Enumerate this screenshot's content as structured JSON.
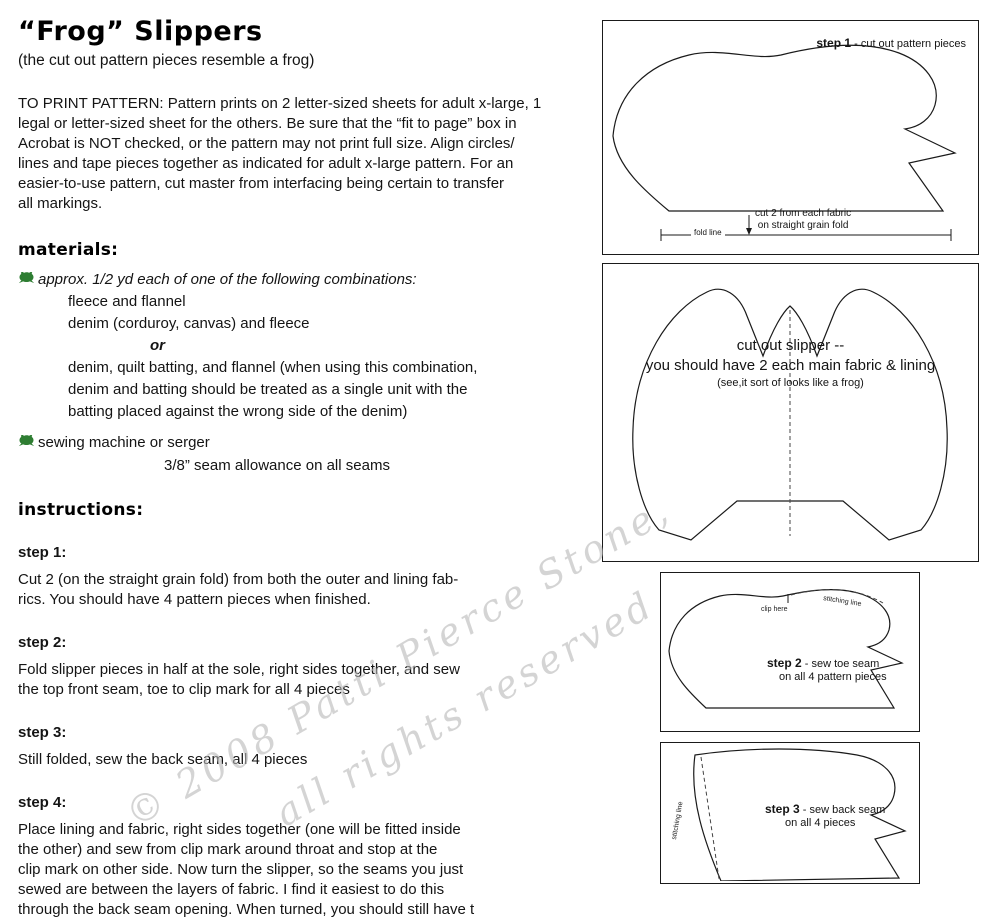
{
  "doc": {
    "title": "“Frog” Slippers",
    "subtitle": "(the cut out pattern pieces resemble a frog)",
    "print_note": "TO PRINT PATTERN:  Pattern prints on 2 letter-sized sheets for adult x-large, 1\nlegal or letter-sized sheet for the others.  Be sure that the “fit to page” box in\nAcrobat is NOT checked, or the pattern may not print full size.  Align circles/\nlines and tape pieces together as indicated for adult x-large pattern.   For an\neasier-to-use pattern, cut master from interfacing being certain to transfer\nall markings.",
    "materials_heading": "materials:",
    "materials": {
      "item1_intro": "approx. 1/2 yd each of one of the following combinations:",
      "option1": "fleece and flannel",
      "option2": "denim (corduroy, canvas) and fleece",
      "or_label": "or",
      "option3": "denim, quilt batting, and flannel (when using this combination,\ndenim and batting should be treated as a single unit with the\nbatting placed against the wrong side of the denim)",
      "item2": "sewing machine or serger",
      "seam_note": "3/8” seam allowance on all seams"
    },
    "instructions_heading": "instructions:",
    "steps": [
      {
        "label": "step 1:",
        "text": "Cut 2 (on the straight grain fold) from both the outer and lining fab-\nrics.  You should have 4 pattern pieces when finished."
      },
      {
        "label": "step 2:",
        "text": "Fold slipper pieces in half at the sole, right sides together, and sew\nthe top front seam, toe to clip mark for all 4 pieces"
      },
      {
        "label": "step 3:",
        "text": "Still folded, sew the back seam, all 4 pieces"
      },
      {
        "label": "step 4:",
        "text": "Place lining and fabric, right sides together (one will be fitted inside\nthe other) and sew from clip mark around throat and stop at the\nclip mark on other side.  Now turn the slipper, so the seams you just\nsewed are between the layers of fabric.  I find it easiest to do this\nthrough the back seam opening.  When turned, you should still have t"
      }
    ],
    "watermark": {
      "line1": "© 2008 Patti Pierce Stone,",
      "line2": "all rights reserved"
    }
  },
  "diagrams": {
    "step1_box": {
      "step": "step 1",
      "caption": " - cut out pattern pieces",
      "cut_note": "cut 2 from each fabric\non straight grain fold",
      "fold_line_label": "fold line"
    },
    "cutout_box": {
      "line1": "cut out slipper --",
      "line2": "you should have 2 each main fabric & lining",
      "line3": "(see,it sort of looks like a frog)"
    },
    "step2_box": {
      "step": "step 2",
      "caption": " - sew toe seam",
      "caption2": "on all 4 pattern pieces",
      "clip_label": "clip here",
      "stitch_label": "stitching line"
    },
    "step3_box": {
      "step": "step 3",
      "caption": " - sew back seam",
      "caption2": "on all 4 pieces",
      "stitch_label": "stitching line"
    }
  },
  "colors": {
    "frog_green": "#2e7d32",
    "watermark_gray": "#b9b9b9",
    "line_black": "#1a1a1a"
  }
}
